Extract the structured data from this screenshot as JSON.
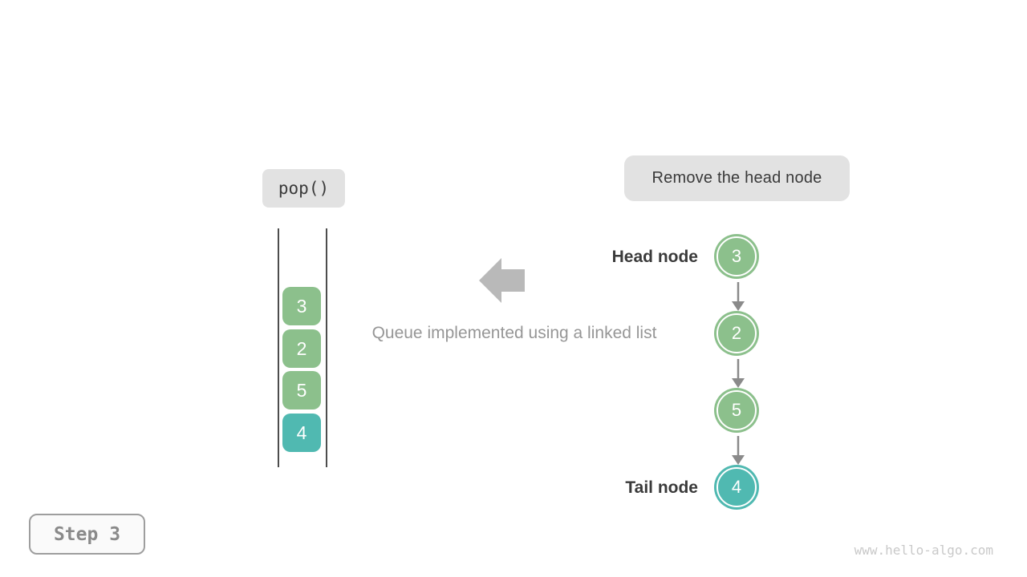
{
  "operation": {
    "label": "pop()"
  },
  "annotation": {
    "label": "Remove the head node"
  },
  "queue_view": {
    "values": [
      "3",
      "2",
      "5",
      "4"
    ]
  },
  "caption": "Queue implemented using a linked list",
  "linked_list": {
    "head_label": "Head node",
    "tail_label": "Tail node",
    "nodes": [
      {
        "value": "3",
        "color": "green"
      },
      {
        "value": "2",
        "color": "green"
      },
      {
        "value": "5",
        "color": "green"
      },
      {
        "value": "4",
        "color": "teal"
      }
    ]
  },
  "step_indicator": {
    "label": "Step 3"
  },
  "watermark": "www.hello-algo.com",
  "colors": {
    "node_green": "#8CC08C",
    "node_teal": "#50B9B1",
    "pill_gray": "#e2e2e2",
    "big_arrow_gray": "#b9b9b9",
    "link_arrow_gray": "#8a8a8a",
    "caption_gray": "#969696",
    "label_dark": "#3a3a3a"
  },
  "icons": {
    "big_left_arrow": "arrow-left-icon",
    "link_arrow": "arrow-down-icon"
  }
}
